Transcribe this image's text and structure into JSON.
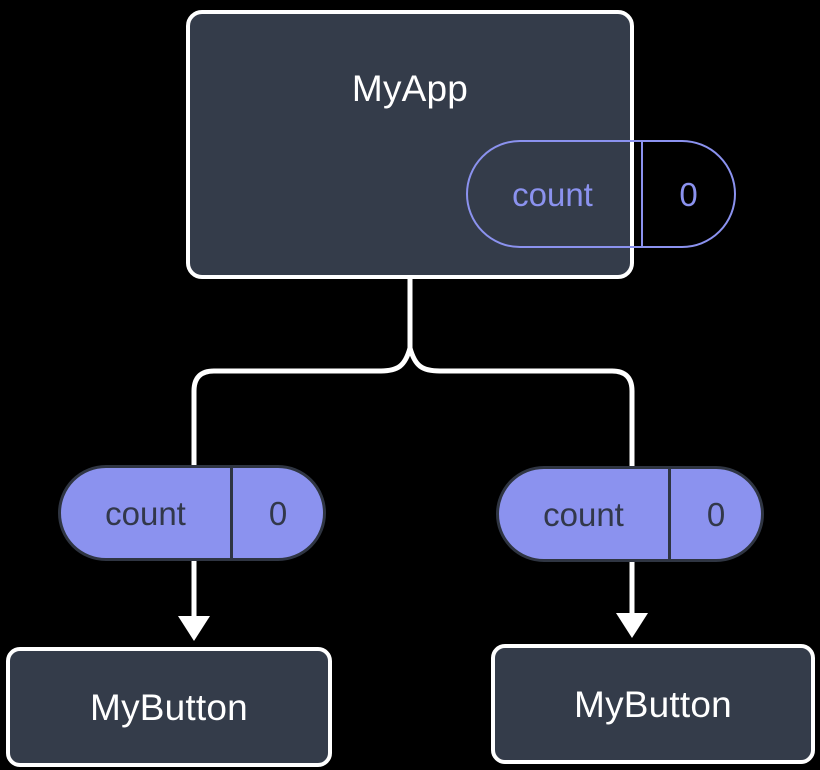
{
  "diagram": {
    "title_text": "MyApp",
    "background_color": "#000000",
    "accent_color": "#8b92ef",
    "card_fill_color": "#343c4a",
    "edge_color": "#ffffff",
    "nodes": {
      "root": {
        "label": "MyApp",
        "state": {
          "key": "count",
          "value": "0"
        }
      },
      "left_state": {
        "key": "count",
        "value": "0"
      },
      "right_state": {
        "key": "count",
        "value": "0"
      },
      "left_child": {
        "label": "MyButton"
      },
      "right_child": {
        "label": "MyButton"
      }
    }
  }
}
